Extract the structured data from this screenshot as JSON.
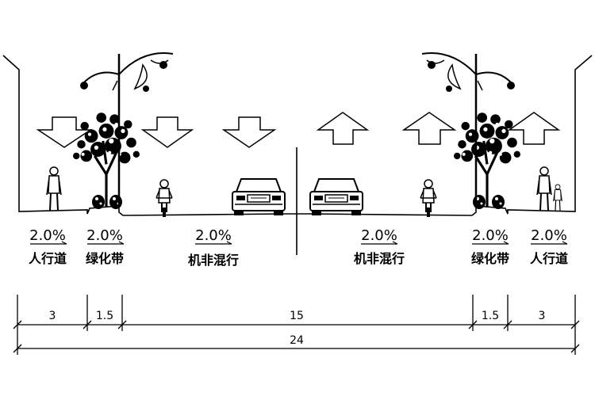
{
  "sections": {
    "left_sidewalk": {
      "slope": "2.0%",
      "label": "人行道"
    },
    "left_greenbelt": {
      "slope": "2.0%",
      "label": "绿化带"
    },
    "left_roadway": {
      "slope": "2.0%",
      "label": "机非混行"
    },
    "right_roadway": {
      "slope": "2.0%",
      "label": "机非混行"
    },
    "right_greenbelt": {
      "slope": "2.0%",
      "label": "绿化带"
    },
    "right_sidewalk": {
      "slope": "2.0%",
      "label": "人行道"
    }
  },
  "dimensions": {
    "left_sidewalk": "3",
    "left_greenbelt": "1.5",
    "roadway": "15",
    "right_greenbelt": "1.5",
    "right_sidewalk": "3",
    "total": "24"
  },
  "icons": [
    "street-lamp-icon",
    "tree-icon",
    "shrub-icon",
    "pedestrian-icon",
    "cyclist-icon",
    "car-icon",
    "traffic-direction-arrow-icon"
  ]
}
